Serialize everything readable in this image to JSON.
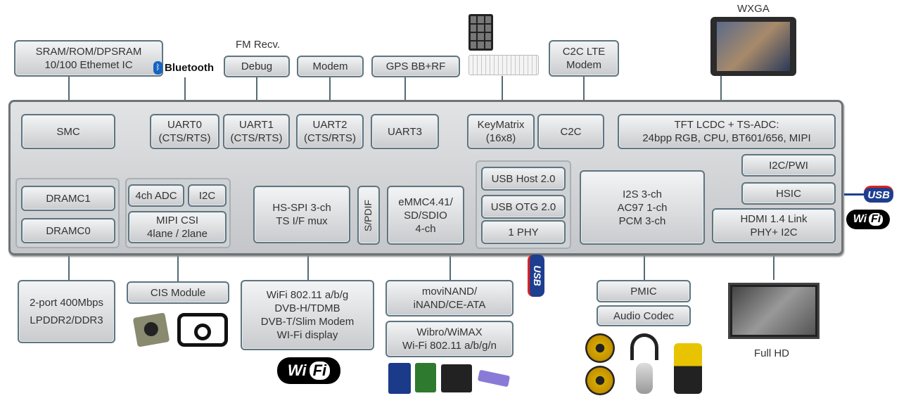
{
  "external_top": {
    "sram": [
      "SRAM/ROM/DPSRAM",
      "10/100 Ethemet IC"
    ],
    "bluetooth": "Bluetooth",
    "fm_recv": "FM Recv.",
    "debug": "Debug",
    "modem": "Modem",
    "gps": "GPS BB+RF",
    "c2c_lte": [
      "C2C LTE",
      "Modem"
    ],
    "wxga": "WXGA"
  },
  "chip": {
    "smc": "SMC",
    "uart0": [
      "UART0",
      "(CTS/RTS)"
    ],
    "uart1": [
      "UART1",
      "(CTS/RTS)"
    ],
    "uart2": [
      "UART2",
      "(CTS/RTS)"
    ],
    "uart3": "UART3",
    "keymatrix": [
      "KeyMatrix",
      "(16x8)"
    ],
    "c2c": "C2C",
    "tft": [
      "TFT LCDC + TS-ADC:",
      "24bpp RGB, CPU, BT601/656, MIPI"
    ],
    "dramc1": "DRAMC1",
    "dramc0": "DRAMC0",
    "adc": "4ch ADC",
    "i2c": "I2C",
    "mipi": [
      "MIPI CSI",
      "4lane / 2lane"
    ],
    "hsspi": [
      "HS-SPI 3-ch",
      "TS I/F mux"
    ],
    "spdif": "S/PDIF",
    "emmc": [
      "eMMC4.41/",
      "SD/SDIO",
      "4-ch"
    ],
    "usb_host": "USB Host 2.0",
    "usb_otg": "USB OTG 2.0",
    "phy": "1 PHY",
    "i2s": [
      "I2S 3-ch",
      "AC97 1-ch",
      "PCM 3-ch"
    ],
    "i2c_pwi": "I2C/PWI",
    "hsic": "HSIC",
    "hdmi": [
      "HDMI 1.4 Link",
      "PHY+ I2C"
    ]
  },
  "external_bottom": {
    "lpddr": [
      "2-port 400Mbps",
      "LPDDR2/DDR3"
    ],
    "cis": "CIS Module",
    "wifi_box": [
      "WiFi 802.11 a/b/g",
      "DVB-H/TDMB",
      "DVB-T/Slim Modem",
      "WI-Fi display"
    ],
    "movinand": [
      "moviNAND/",
      "iNAND/CE-ATA"
    ],
    "wibro": [
      "Wibro/WiMAX",
      "Wi-Fi 802.11 a/b/g/n"
    ],
    "pmic": "PMIC",
    "audio_codec": "Audio Codec",
    "full_hd": "Full HD"
  },
  "logos": {
    "usb": "USB",
    "wifi_wi": "Wi",
    "wifi_fi": "Fi"
  }
}
